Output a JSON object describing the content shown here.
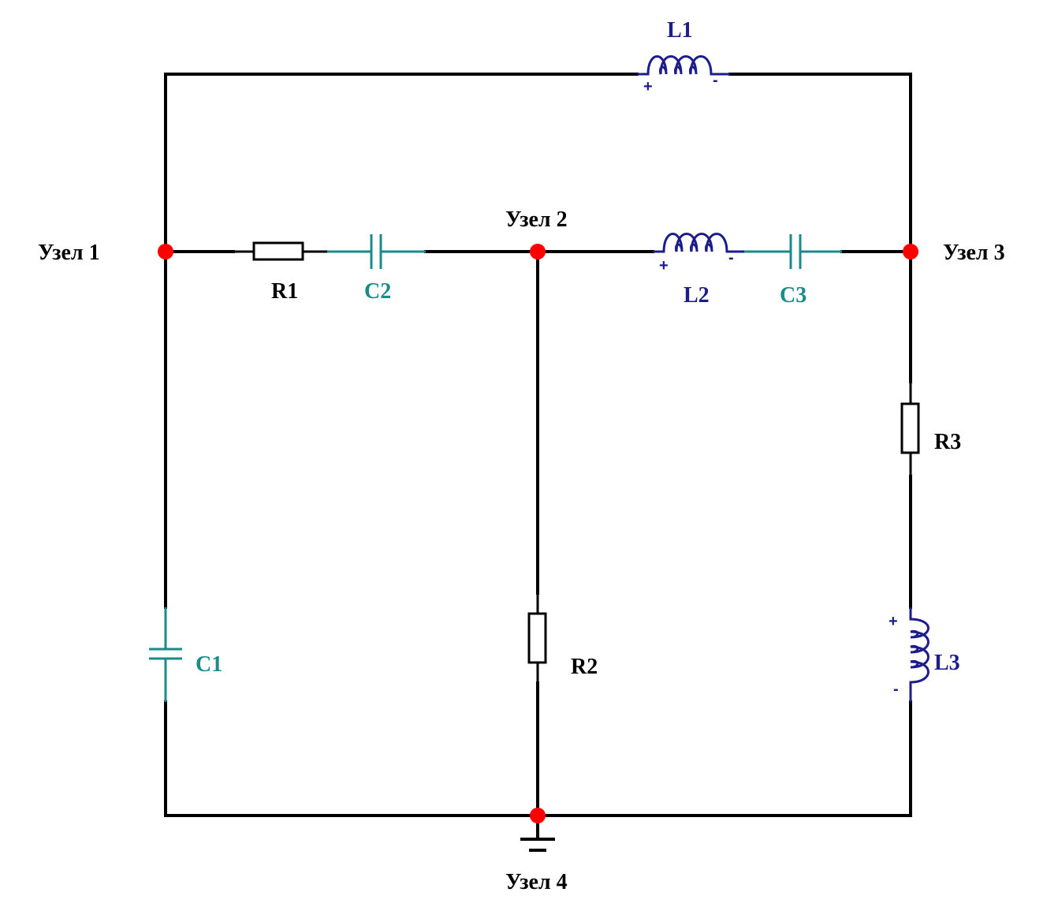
{
  "colors": {
    "wire": "#000000",
    "capacitor": "#1a8a8a",
    "inductor": "#1c1c8c",
    "node": "#ff0000",
    "label_black": "#000000"
  },
  "nodes": {
    "n1": "Узел 1",
    "n2": "Узел 2",
    "n3": "Узел 3",
    "n4": "Узел 4"
  },
  "components": {
    "R1": "R1",
    "R2": "R2",
    "R3": "R3",
    "C1": "C1",
    "C2": "C2",
    "C3": "C3",
    "L1": "L1",
    "L2": "L2",
    "L3": "L3"
  },
  "polarity": {
    "plus": "+",
    "minus": "-"
  }
}
